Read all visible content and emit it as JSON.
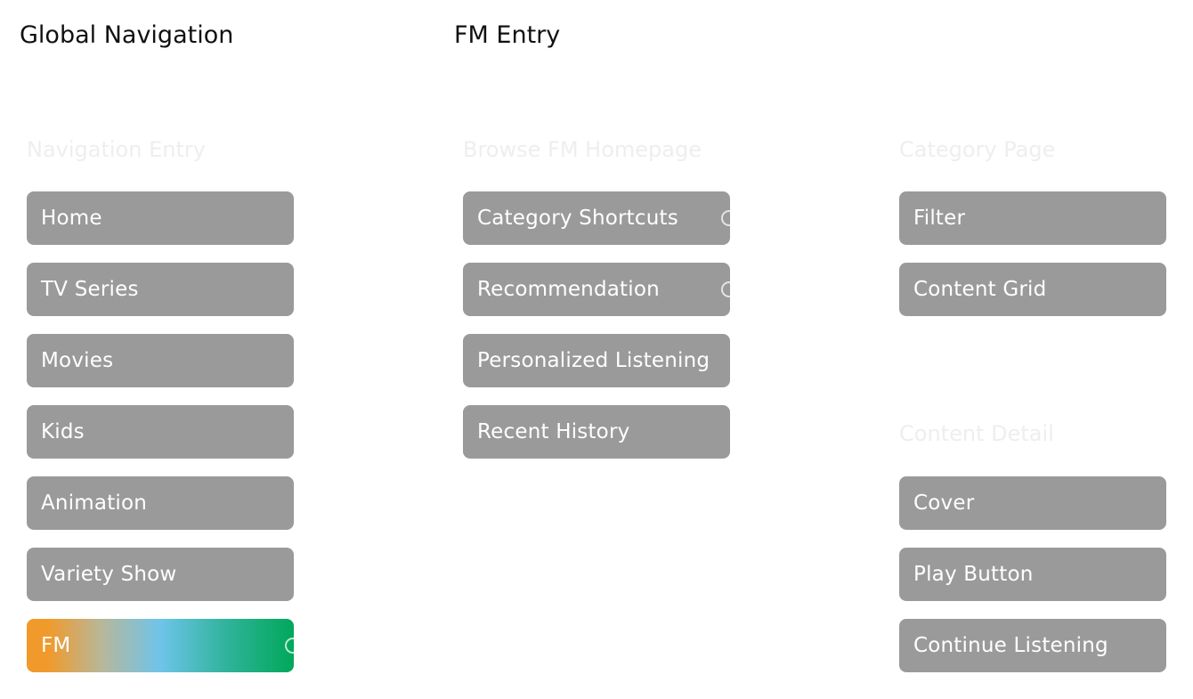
{
  "headings": {
    "global_navigation": "Global Navigation",
    "fm_entry": "FM Entry"
  },
  "groups": {
    "navigation_entry": "Navigation Entry",
    "browse_fm_homepage": "Browse FM Homepage",
    "category_page": "Category Page",
    "content_detail": "Content Detail"
  },
  "nav_items": [
    "Home",
    "TV Series",
    "Movies",
    "Kids",
    "Animation",
    "Variety Show",
    "FM"
  ],
  "fm_items": [
    "Category Shortcuts",
    "Recommendation",
    "Personalized Listening",
    "Recent History"
  ],
  "category_items": [
    "Filter",
    "Content Grid"
  ],
  "detail_items": [
    "Cover",
    "Play Button",
    "Continue Listening"
  ],
  "colors": {
    "node_fill": "#9a9a9a",
    "node_text": "#ffffff",
    "active_gradient_start": "#f09a2c",
    "active_gradient_mid": "#6ec4ea",
    "active_gradient_end": "#00a85a",
    "group_label": "#eeeeee"
  }
}
